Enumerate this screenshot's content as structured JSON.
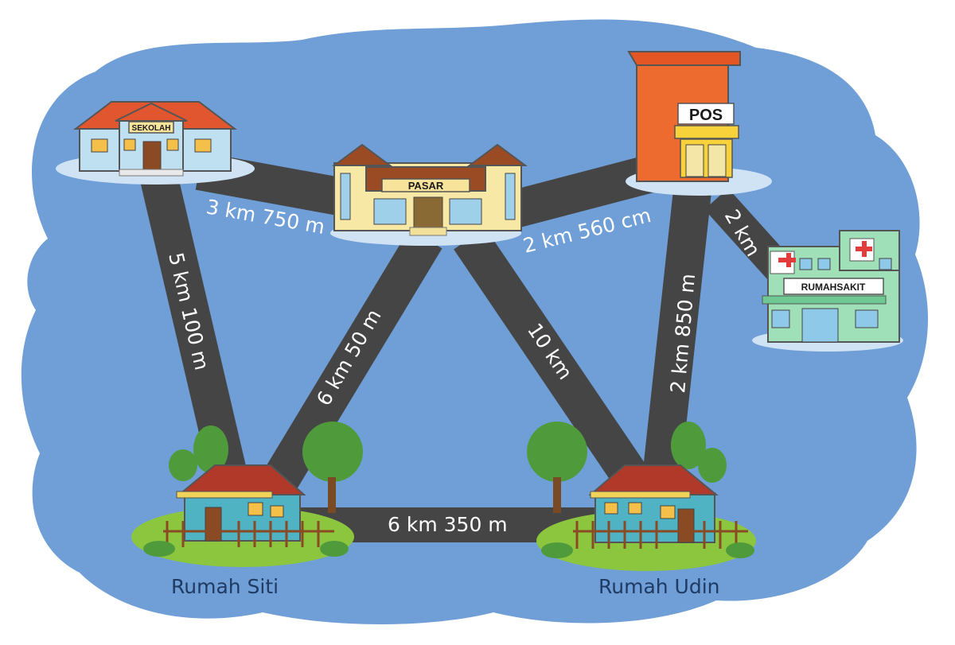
{
  "buildings": {
    "sekolah": {
      "sign": "SEKOLAH",
      "icon": "school-icon"
    },
    "pasar": {
      "sign": "PASAR",
      "icon": "market-icon"
    },
    "pos": {
      "sign": "POS",
      "icon": "post-office-icon"
    },
    "rumah_sakit": {
      "sign": "RUMAHSAKIT",
      "icon": "hospital-icon"
    },
    "rumah_siti": {
      "label": "Rumah Siti",
      "icon": "house-icon"
    },
    "rumah_udin": {
      "label": "Rumah Udin",
      "icon": "house-icon"
    }
  },
  "roads": {
    "sekolah_pasar": "3 km 750 m",
    "pasar_pos": "2 km 560 cm",
    "pos_rumahsakit": "2 km",
    "sekolah_siti": "5 km 100 m",
    "pasar_siti": "6 km 50 m",
    "pasar_udin": "10 km",
    "pos_udin": "2 km 850 m",
    "siti_udin": "6 km 350 m"
  },
  "colors": {
    "background_blob": "#6f9fd6",
    "road": "#454545",
    "road_text": "#ffffff",
    "label_text": "#1f3b63",
    "grass": "#8cc63f"
  }
}
